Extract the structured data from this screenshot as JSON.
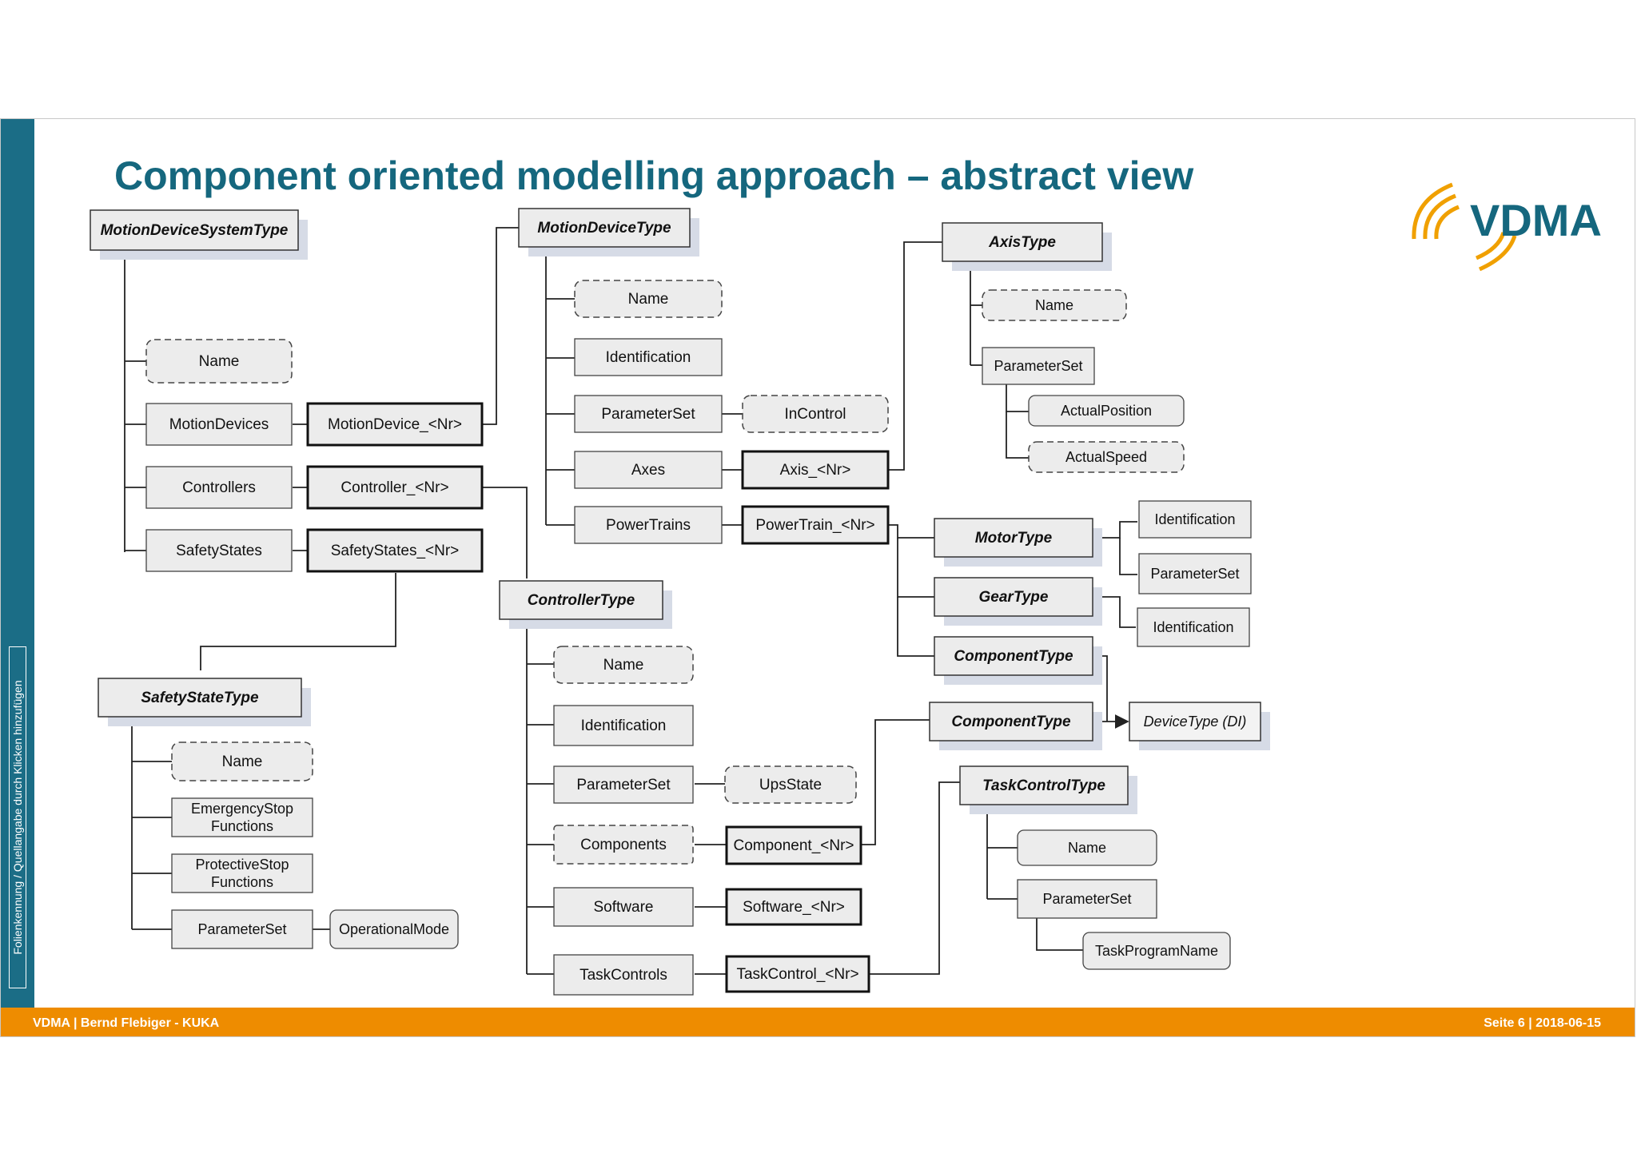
{
  "title": "Component oriented modelling approach – abstract view",
  "footer": {
    "left": "VDMA | Bernd Flebiger - KUKA",
    "right": "Seite 6 | 2018-06-15"
  },
  "sidebar_text": "Folienkennung / Quellangabe durch Klicken hinzufügen",
  "logo_text": "VDMA",
  "colors": {
    "title": "#15677e",
    "sidebar": "#1b6d86",
    "footer": "#ee8c00",
    "logo_arcs": "#f0a000"
  },
  "nodes": {
    "motion_device_system_type": "MotionDeviceSystemType",
    "mdst_name": "Name",
    "mdst_motion_devices": "MotionDevices",
    "mdst_controllers": "Controllers",
    "mdst_safety_states": "SafetyStates",
    "motion_device_nr": "MotionDevice_<Nr>",
    "controller_nr": "Controller_<Nr>",
    "safety_states_nr": "SafetyStates_<Nr>",
    "motion_device_type": "MotionDeviceType",
    "mdt_name": "Name",
    "mdt_identification": "Identification",
    "mdt_parameter_set": "ParameterSet",
    "mdt_in_control": "InControl",
    "mdt_axes": "Axes",
    "axis_nr": "Axis_<Nr>",
    "mdt_power_trains": "PowerTrains",
    "power_train_nr": "PowerTrain_<Nr>",
    "axis_type": "AxisType",
    "at_name": "Name",
    "at_parameter_set": "ParameterSet",
    "at_actual_position": "ActualPosition",
    "at_actual_speed": "ActualSpeed",
    "motor_type": "MotorType",
    "mt_identification": "Identification",
    "mt_parameter_set": "ParameterSet",
    "gear_type": "GearType",
    "gt_identification": "Identification",
    "component_type_1": "ComponentType",
    "component_type_2": "ComponentType",
    "device_type": "DeviceType (DI)",
    "controller_type": "ControllerType",
    "ct_name": "Name",
    "ct_identification": "Identification",
    "ct_parameter_set": "ParameterSet",
    "ct_ups_state": "UpsState",
    "ct_components": "Components",
    "component_nr": "Component_<Nr>",
    "ct_software": "Software",
    "software_nr": "Software_<Nr>",
    "ct_task_controls": "TaskControls",
    "task_control_nr": "TaskControl_<Nr>",
    "task_control_type": "TaskControlType",
    "tct_name": "Name",
    "tct_parameter_set": "ParameterSet",
    "tct_task_program_name": "TaskProgramName",
    "safety_state_type": "SafetyStateType",
    "sst_name": "Name",
    "sst_emergency_stop_1": "EmergencyStop",
    "sst_emergency_stop_2": "Functions",
    "sst_protective_stop_1": "ProtectiveStop",
    "sst_protective_stop_2": "Functions",
    "sst_parameter_set": "ParameterSet",
    "sst_operational_mode": "OperationalMode"
  }
}
